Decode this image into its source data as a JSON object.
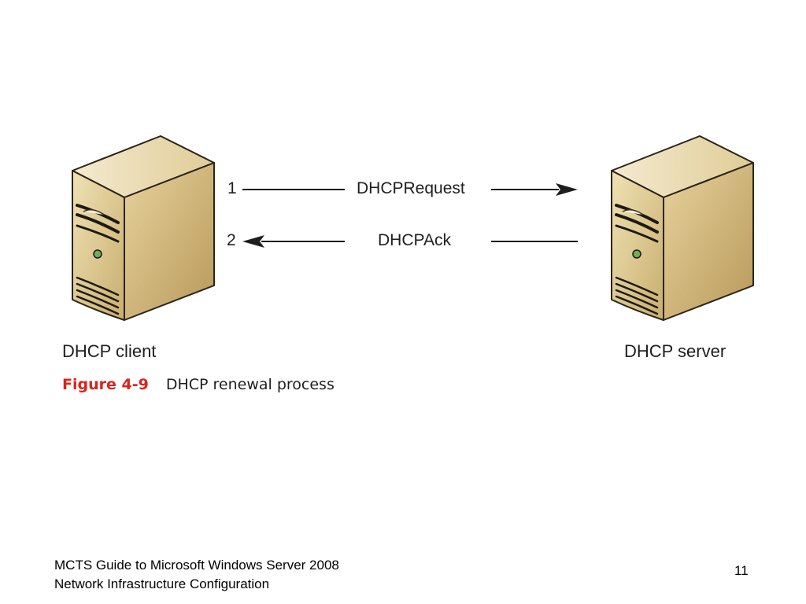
{
  "nodes": {
    "client": {
      "label": "DHCP client",
      "icon": "server-tower-icon"
    },
    "server": {
      "label": "DHCP server",
      "icon": "server-tower-icon"
    }
  },
  "messages": [
    {
      "step": "1",
      "label": "DHCPRequest",
      "direction": "client-to-server"
    },
    {
      "step": "2",
      "label": "DHCPAck",
      "direction": "server-to-client"
    }
  ],
  "caption": {
    "figure": "Figure 4-9",
    "text": "DHCP renewal process"
  },
  "footer": {
    "line1": "MCTS Guide to Microsoft Windows Server 2008",
    "line2": "Network Infrastructure Configuration",
    "page": "11"
  },
  "colors": {
    "caption_accent": "#d8241c",
    "server_body": "#d8c088",
    "server_edge": "#2a2418"
  }
}
